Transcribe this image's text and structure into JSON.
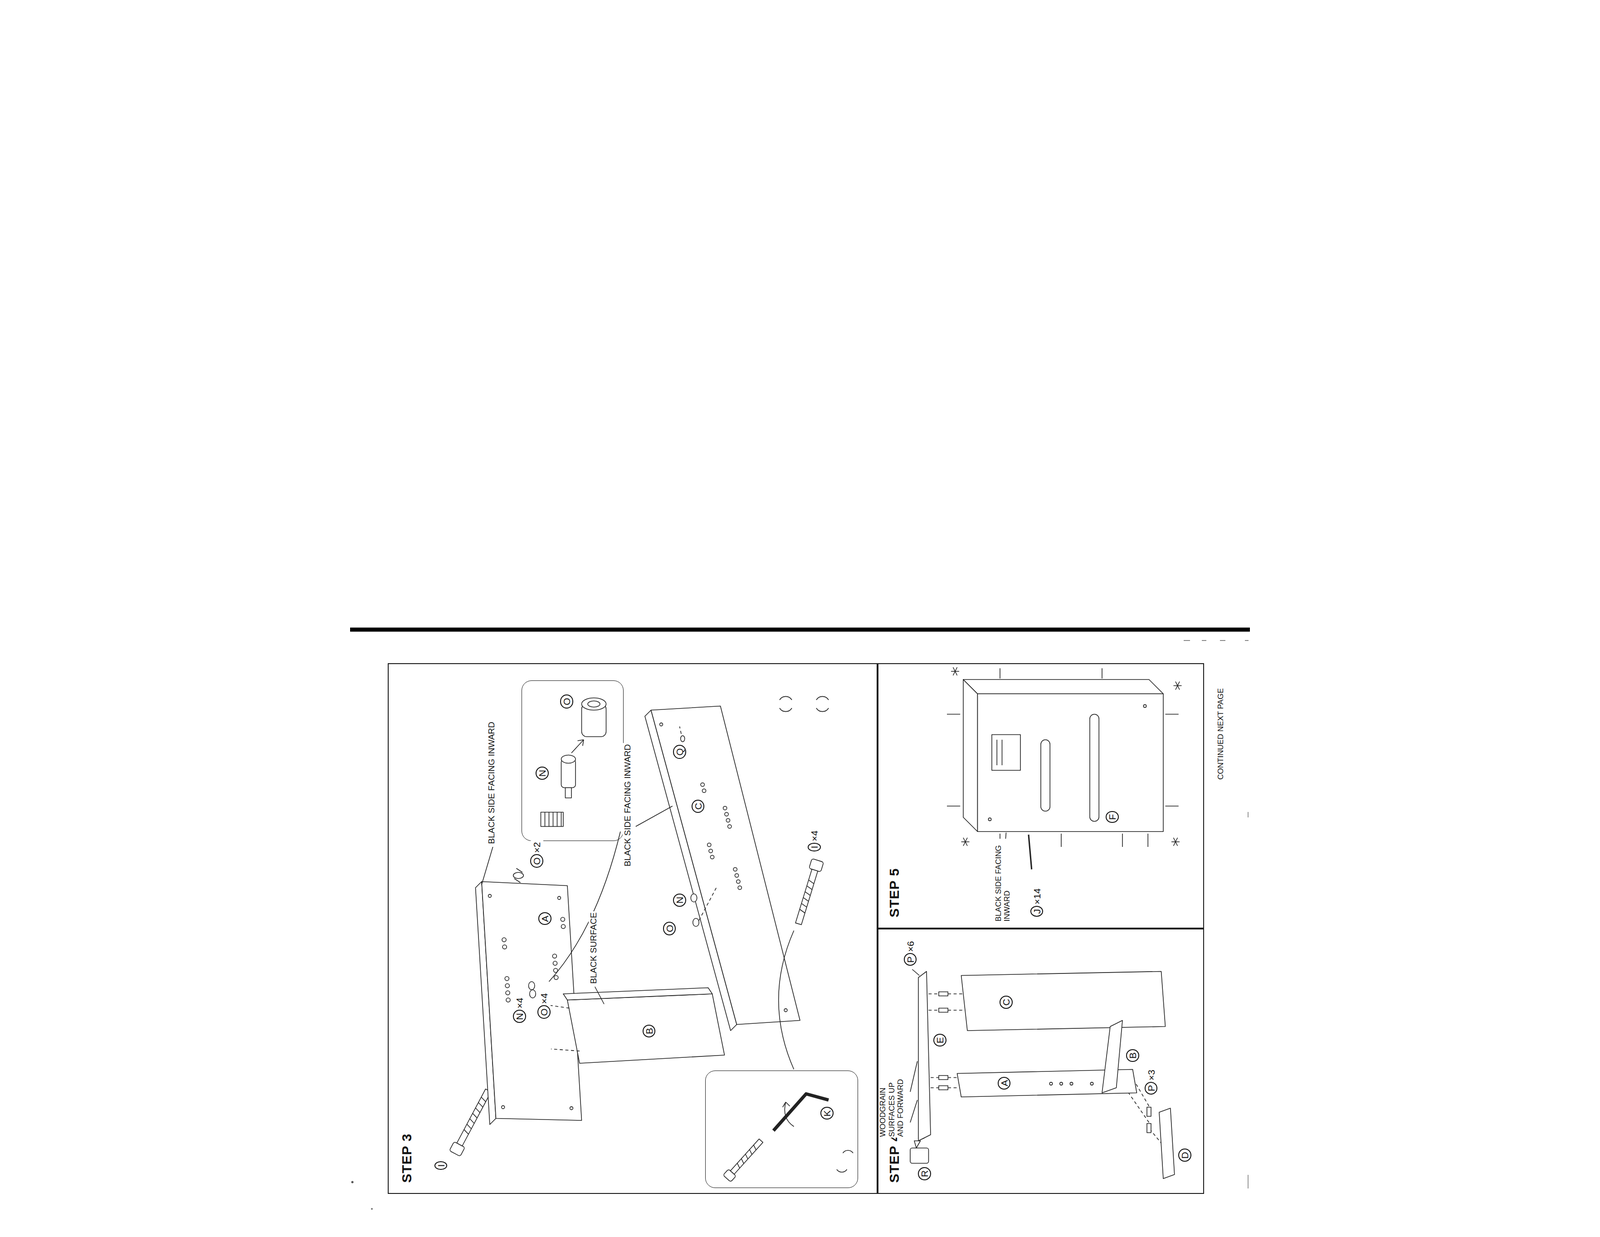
{
  "diagram": {
    "nodes": [
      {
        "text": [
          "STEP 3"
        ]
      },
      {
        "text": [
          "N",
          "O"
        ],
        "in": 0
      },
      {
        "text": [
          "K"
        ],
        "in": 0
      },
      {
        "text": [
          "STEP 4"
        ]
      },
      {
        "text": [
          "STEP 5"
        ]
      }
    ],
    "labels": [
      "I",
      "BLACK SIDE FACING INWARD",
      "A",
      "N×4",
      "O×4",
      "O×2",
      "BLACK SURFACE",
      "B",
      "BLACK SIDE FACING INWARD",
      "O",
      "N",
      "C",
      "Q",
      "I×4",
      "R",
      "WOODGRAIN SURFACES UP AND FORWARD",
      "E",
      "P×6",
      "A",
      "C",
      "B",
      "P×3",
      "D",
      "BLACK SIDE FACING INWARD",
      "J×14",
      "F",
      "CONTINUED NEXT PAGE"
    ]
  }
}
